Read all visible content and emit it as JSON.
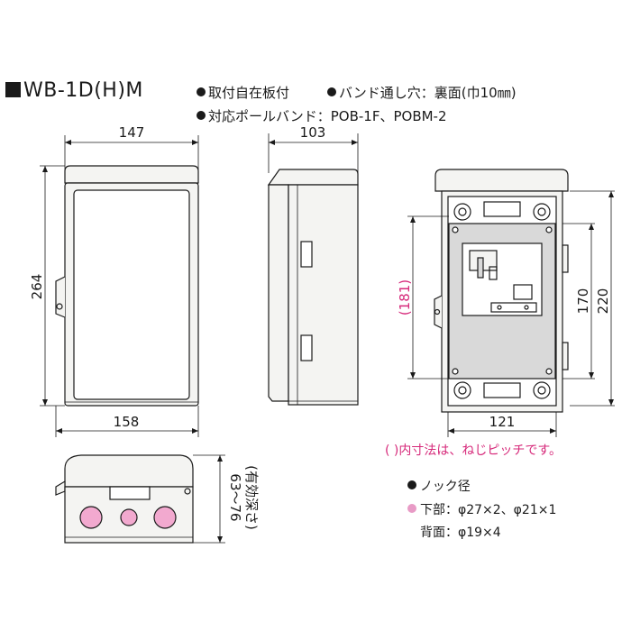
{
  "model": "WB-1D(H)M",
  "specs": [
    "取付自在板付",
    "バンド通し穴：裏面(巾10㎜)",
    "対応ポールバンド：POB-1F、POBM-2"
  ],
  "dimensions": {
    "front_width_top": "147",
    "front_width_bottom": "158",
    "front_height": "264",
    "side_depth": "103",
    "inner_width": "121",
    "inner_height_outer": "220",
    "inner_height_inner": "170",
    "pitch_height": "(181)",
    "bottom_depth": "63～76",
    "bottom_depth_note": "(有効深さ)"
  },
  "note_pitch": "( )内寸法は、ねじピッチです。",
  "knockout": {
    "heading": "ノック径",
    "rows": [
      {
        "label": "下部：",
        "value": "φ27×2、φ21×1"
      },
      {
        "label": "背面：",
        "value": "φ19×4"
      }
    ]
  },
  "colors": {
    "ink": "#1a1a1a",
    "pink_text": "#d6297a",
    "knockout_fill": "#f2a9cf",
    "panel_gray": "#d9d9d9",
    "box_fill": "#f4f4f2"
  }
}
